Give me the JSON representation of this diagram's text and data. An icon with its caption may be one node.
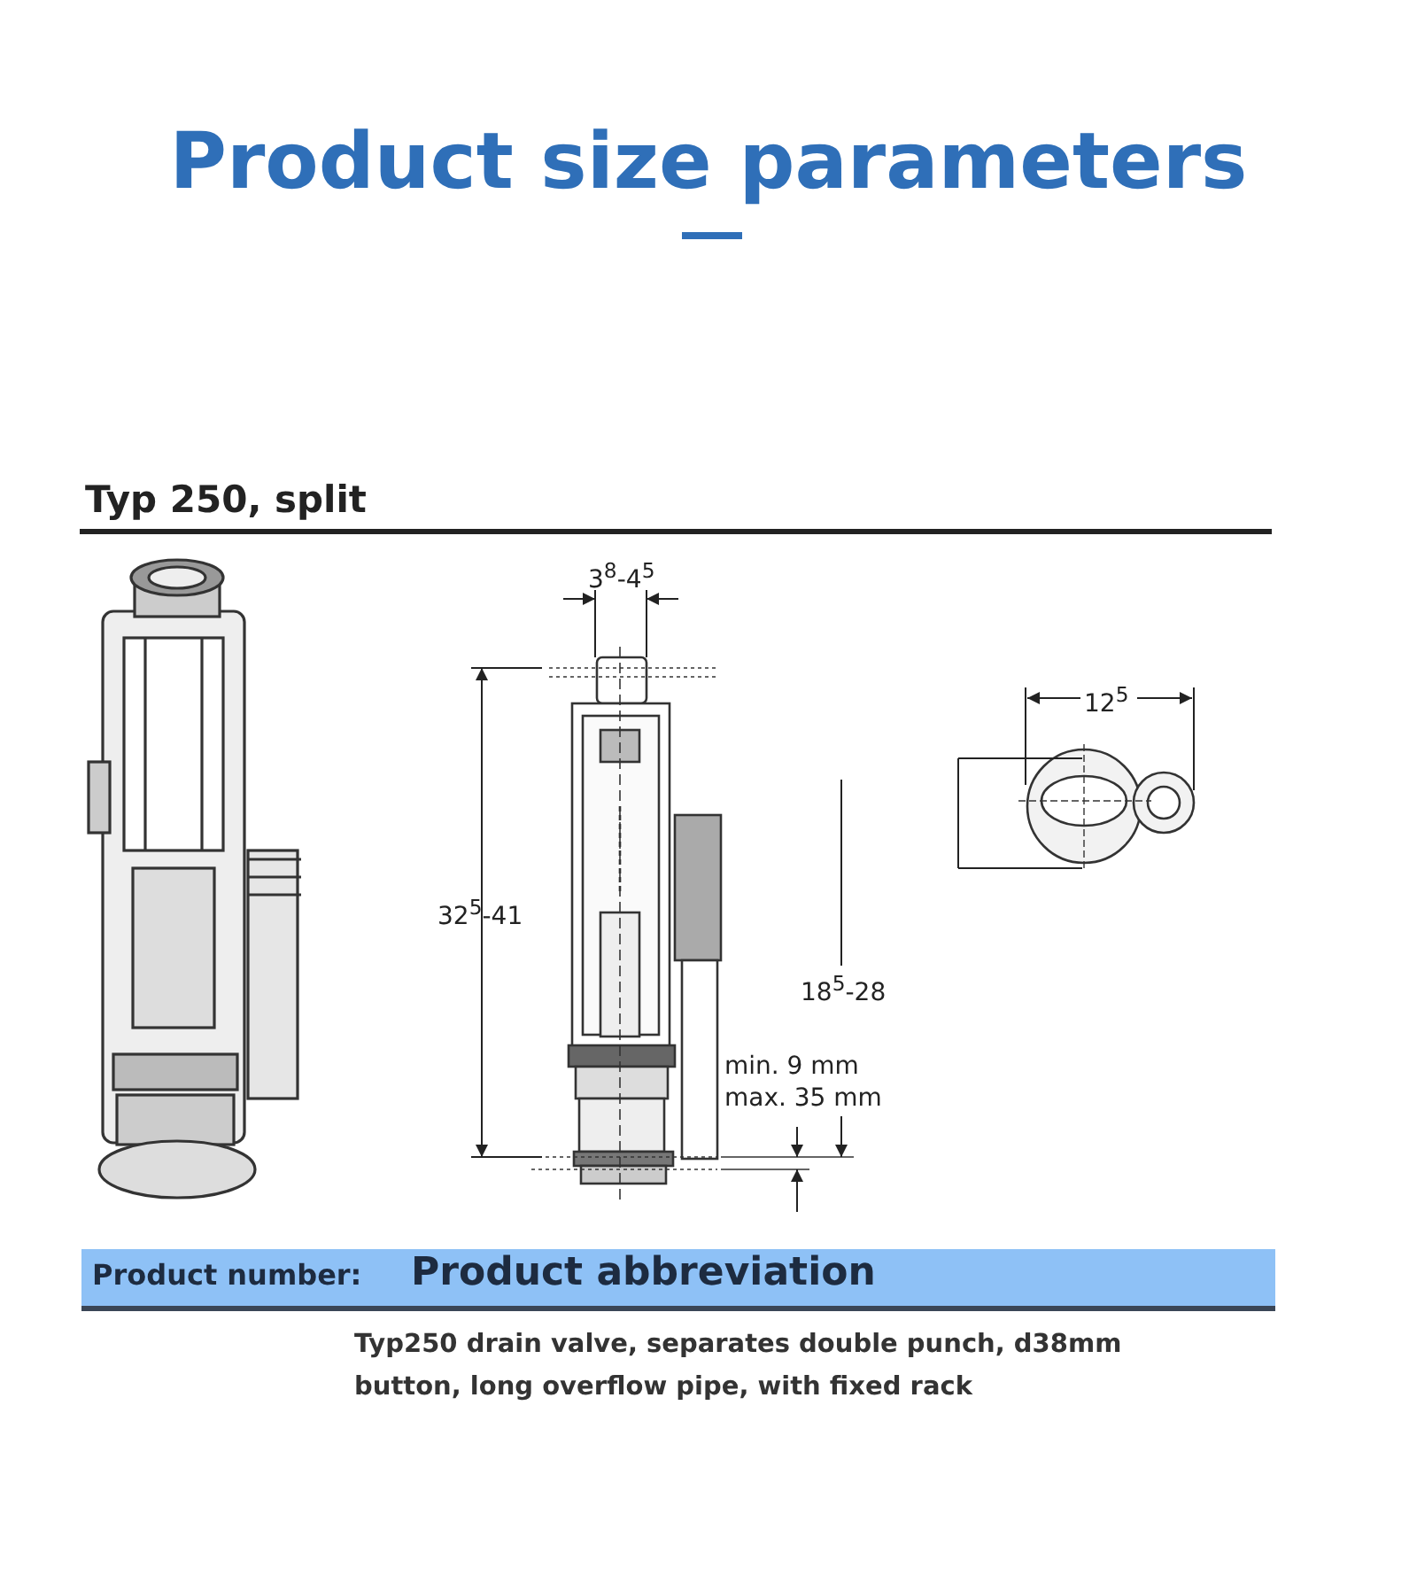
{
  "diagram": {
    "title": "Product size parameters",
    "labels": [
      "Typ 250, split",
      "3$^{8}$-4$^{5}$",
      "32$^{5}$-41",
      "18$^{5}$-28",
      "min. 9 mm",
      "max. 35 mm",
      "12$^{5}$",
      "Product number:",
      "Product abbreviation",
      "Typ250 drain valve, separates double punch, d38mm button, long overflow pipe, with fixed rack"
    ]
  }
}
